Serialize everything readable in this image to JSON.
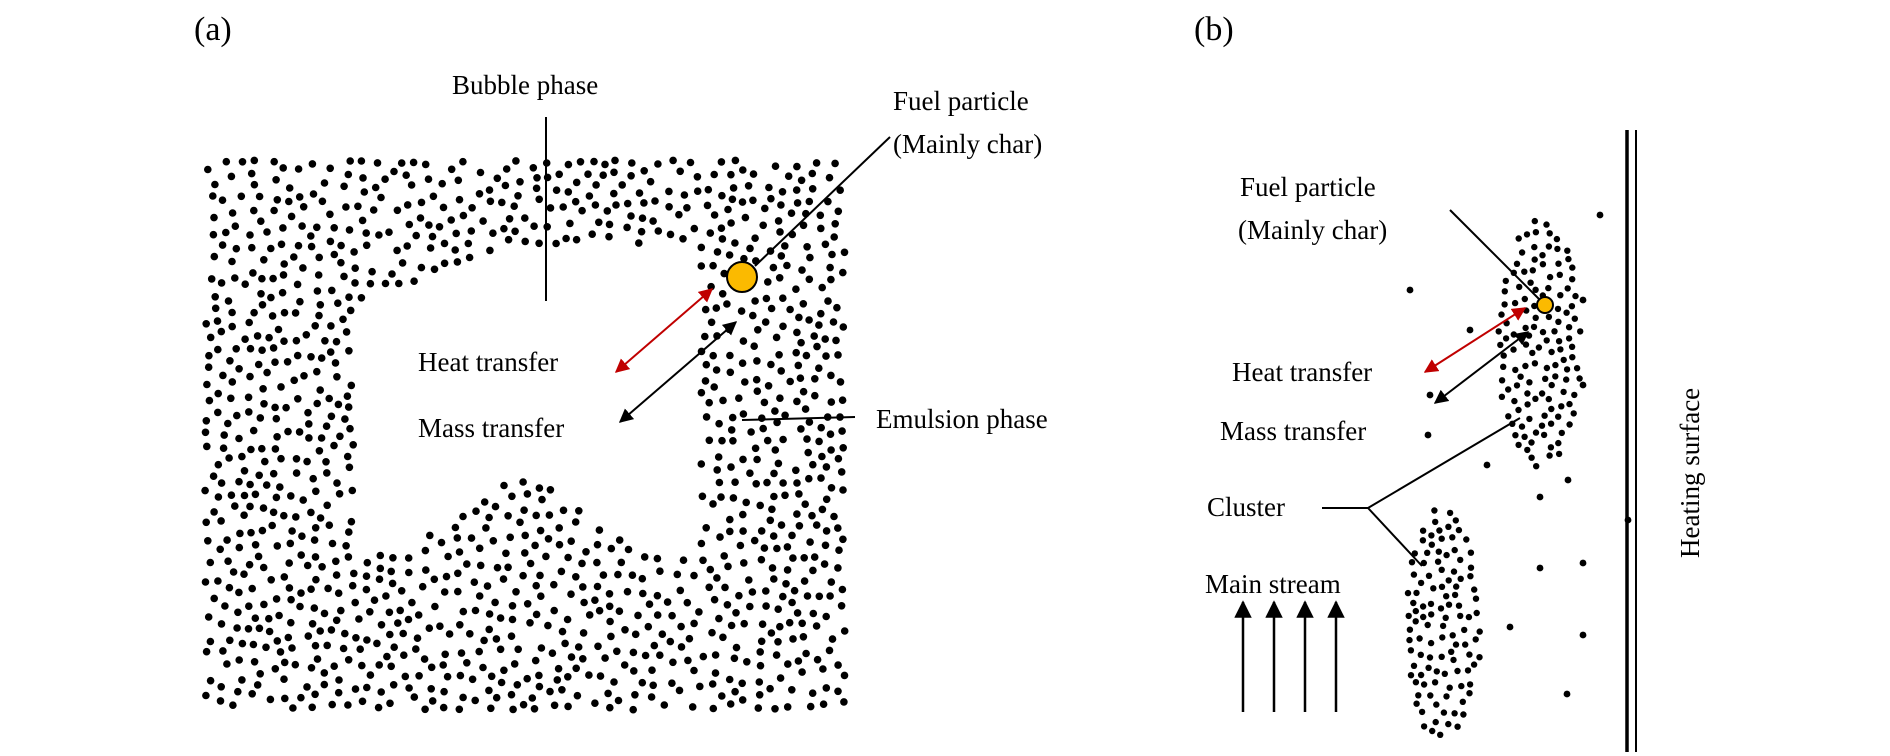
{
  "panels": {
    "a": {
      "label": "(a)",
      "bubble_phase": "Bubble phase",
      "fuel_particle_line1": "Fuel particle",
      "fuel_particle_line2": "(Mainly char)",
      "heat_transfer": "Heat transfer",
      "mass_transfer": "Mass transfer",
      "emulsion_phase": "Emulsion phase"
    },
    "b": {
      "label": "(b)",
      "fuel_particle_line1": "Fuel particle",
      "fuel_particle_line2": "(Mainly char)",
      "heat_transfer": "Heat transfer",
      "mass_transfer": "Mass transfer",
      "cluster": "Cluster",
      "main_stream": "Main stream",
      "heating_surface": "Heating surface"
    }
  },
  "colors": {
    "particle_fill": "#FBBA00",
    "heat_arrow": "#C00000",
    "mass_arrow": "#000000",
    "dots": "#000000"
  },
  "legend_semantics": {
    "red_arrow": "heat transfer",
    "black_arrow": "mass transfer",
    "yellow_circle": "fuel particle",
    "black_dots": "bed particles"
  }
}
